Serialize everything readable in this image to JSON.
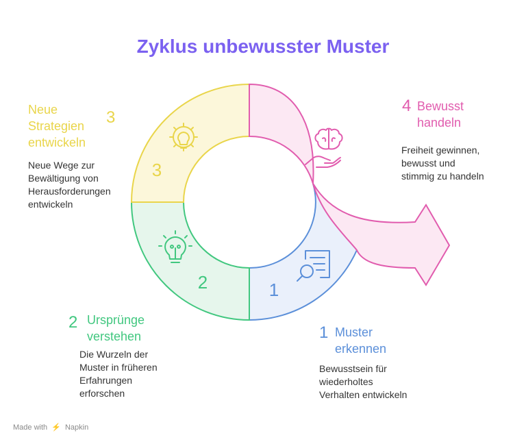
{
  "title": "Zyklus unbewusster Muster",
  "colors": {
    "title": "#7B61F0",
    "blue": "#5B8FD9",
    "green": "#41C77F",
    "yellow": "#E9D54A",
    "pink": "#E15CAE"
  },
  "steps": [
    {
      "number": "1",
      "segment_label": "1",
      "heading_lines": [
        "Muster",
        "erkennen"
      ],
      "description_lines": [
        "Bewusstsein für",
        "wiederholtes",
        "Verhalten entwickeln"
      ],
      "icon": "document-search-icon"
    },
    {
      "number": "2",
      "segment_label": "2",
      "heading_lines": [
        "Ursprünge",
        "verstehen"
      ],
      "description_lines": [
        "Die Wurzeln der",
        "Muster in früheren",
        "Erfahrungen",
        "erforschen"
      ],
      "icon": "lightbulb-icon"
    },
    {
      "number": "3",
      "segment_label": "3",
      "heading_lines": [
        "Neue",
        "Strategien",
        "entwickeln"
      ],
      "description_lines": [
        "Neue Wege zur",
        "Bewältigung von",
        "Herausforderungen",
        "entwickeln"
      ],
      "icon": "lightbulb-gear-icon"
    },
    {
      "number": "4",
      "heading_lines": [
        "Bewusst",
        "handeln"
      ],
      "description_lines": [
        "Freiheit gewinnen,",
        "bewusst und",
        "stimmig zu handeln"
      ],
      "icon": "brain-hand-icon"
    }
  ],
  "footer": {
    "prefix": "Made with",
    "brand": "Napkin"
  }
}
